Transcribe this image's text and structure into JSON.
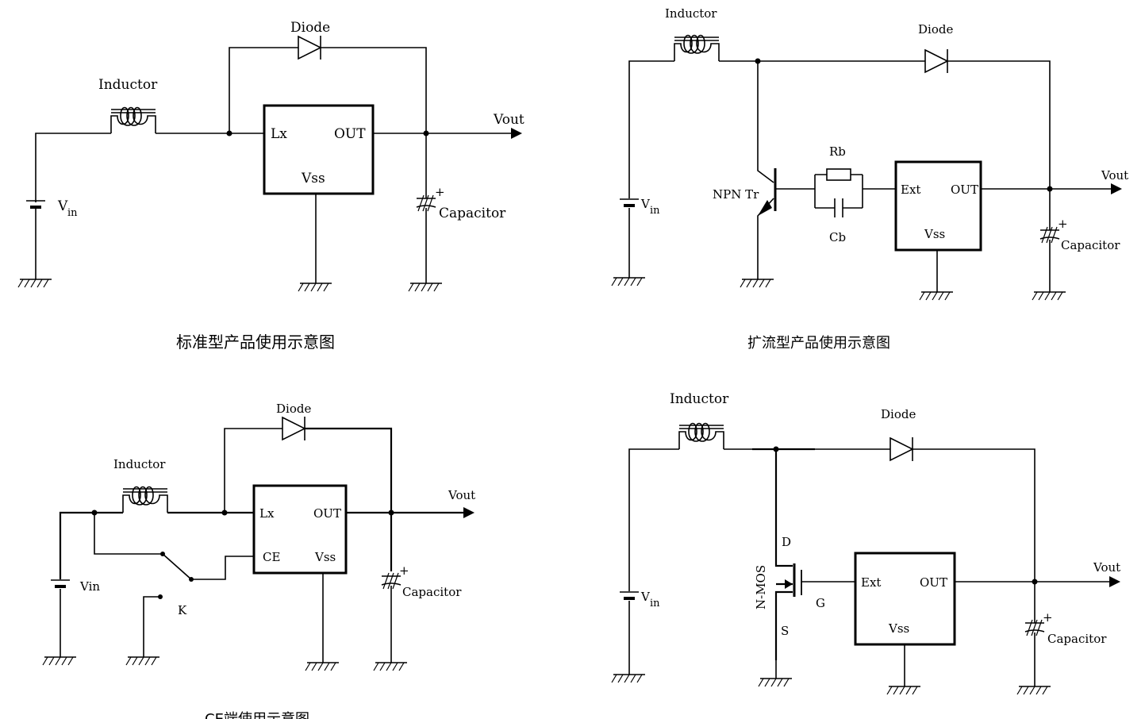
{
  "diagrams": [
    {
      "caption": "标准型产品使用示意图",
      "inductor": "Inductor",
      "diode": "Diode",
      "vout": "Vout",
      "vin": "V",
      "vin_sub": "in",
      "capacitor": "Capacitor",
      "plus": "+",
      "pin_lx": "Lx",
      "pin_out": "OUT",
      "pin_vss": "Vss"
    },
    {
      "caption": "扩流型产品使用示意图",
      "inductor": "Inductor",
      "diode": "Diode",
      "vout": "Vout",
      "vin": "V",
      "vin_sub": "in",
      "capacitor": "Capacitor",
      "plus": "+",
      "transistor": "NPN Tr",
      "rb": "Rb",
      "cb": "Cb",
      "pin_ext": "Ext",
      "pin_out": "OUT",
      "pin_vss": "Vss"
    },
    {
      "caption": "CE端使用示意图",
      "inductor": "Inductor",
      "diode": "Diode",
      "vout": "Vout",
      "vin": "Vin",
      "capacitor": "Capacitor",
      "plus": "+",
      "switch": "K",
      "pin_lx": "Lx",
      "pin_out": "OUT",
      "pin_ce": "CE",
      "pin_vss": "Vss"
    },
    {
      "caption": "",
      "inductor": "Inductor",
      "diode": "Diode",
      "vout": "Vout",
      "vin": "V",
      "vin_sub": "in",
      "capacitor": "Capacitor",
      "plus": "+",
      "mos": "N-MOS",
      "pin_d": "D",
      "pin_g": "G",
      "pin_s": "S",
      "pin_ext": "Ext",
      "pin_out": "OUT",
      "pin_vss": "Vss"
    }
  ]
}
